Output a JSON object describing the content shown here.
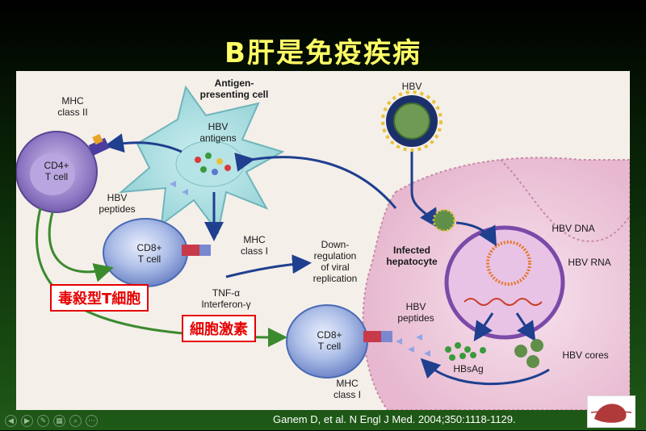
{
  "slide": {
    "title": "B肝是免疫疾病",
    "citation": "Ganem D, et al. N Engl J Med. 2004;350:1118-1129."
  },
  "diagram": {
    "labels": {
      "antigen_presenting_cell": "Antigen-\npresenting cell",
      "hbv_antigens": "HBV\nantigens",
      "hbv_peptides_left": "HBV\npeptides",
      "mhc_class_ii": "MHC\nclass II",
      "cd4_t_cell": "CD4+\nT cell",
      "cd8_t_cell_top": "CD8+\nT cell",
      "mhc_class_i_top": "MHC\nclass I",
      "down_regulation": "Down-\nregulation\nof viral\nreplication",
      "tnf_interferon": "TNF-α\nInterferon-γ",
      "cd8_t_cell_bottom": "CD8+\nT cell",
      "mhc_class_i_bottom": "MHC\nclass I",
      "hbv_peptides_right": "HBV\npeptides",
      "hbv": "HBV",
      "infected_hepatocyte": "Infected\nhepatocyte",
      "hbv_dna": "HBV DNA",
      "hbv_rna": "HBV RNA",
      "hbsag": "HBsAg",
      "hbv_cores": "HBV cores"
    },
    "callouts": {
      "cytotoxic_t_cell": "毒殺型T細胞",
      "cytokines": "細胞激素"
    }
  },
  "nav_icons": [
    "first-slide-icon",
    "prev-slide-icon",
    "pen-icon",
    "slides-icon",
    "zoom-icon",
    "more-icon"
  ],
  "colors": {
    "title": "#ffff66",
    "callout_border": "#e60000",
    "arrow_green": "#3b8a2e",
    "arrow_blue": "#1f3f8f"
  }
}
